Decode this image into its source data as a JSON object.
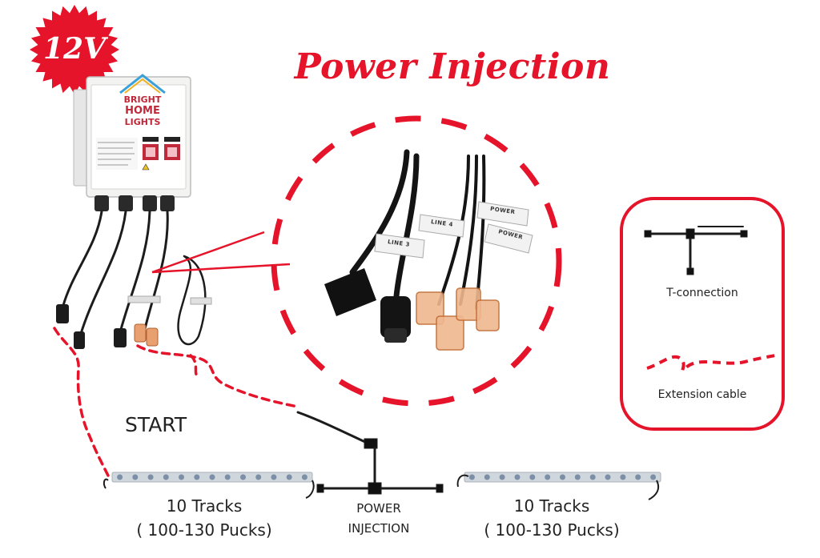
{
  "badge": {
    "text": "12V",
    "color": "#e5142a"
  },
  "title": {
    "text": "Power Injection",
    "color": "#e5142a"
  },
  "controller": {
    "logo_line1": "BRIGHT",
    "logo_line2": "HOME",
    "logo_line3": "LIGHTS"
  },
  "cable_tags": {
    "line3": "LINE 3",
    "line4": "LINE 4",
    "power1": "POWER",
    "power2": "POWER"
  },
  "legend": {
    "t_connection": "T-connection",
    "extension_cable": "Extension cable",
    "border_color": "#e5142a"
  },
  "diagram": {
    "start_label": "START",
    "left_tracks": {
      "line1": "10 Tracks",
      "line2": "( 100-130 Pucks)"
    },
    "right_tracks": {
      "line1": "10 Tracks",
      "line2": "( 100-130 Pucks)"
    },
    "injection_label_line1": "POWER",
    "injection_label_line2": "INJECTION",
    "dash_color": "#e5142a",
    "track_color": "#cfd6dc",
    "puck_color": "#7d8fa6"
  },
  "icons": {
    "badge": "starburst-badge-icon",
    "controller": "controller-box-icon",
    "t_connector": "t-connector-icon"
  }
}
